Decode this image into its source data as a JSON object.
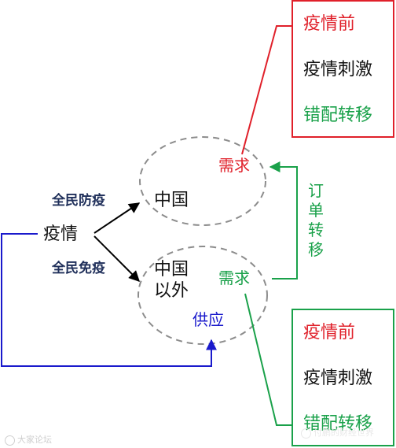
{
  "left": {
    "epidemic": "疫情",
    "lockdown": "全民防疫",
    "immunity": "全民免疫"
  },
  "circles": {
    "china": {
      "label": "中国",
      "demand": "需求"
    },
    "outside": {
      "label_line1": "中国",
      "label_line2": "以外",
      "demand": "需求",
      "supply": "供应"
    }
  },
  "order_shift": [
    "订",
    "单",
    "转",
    "移"
  ],
  "box_top": {
    "line1": "疫情前",
    "line2": "疫情刺激",
    "line3": "错配转移"
  },
  "box_bottom": {
    "line1": "疫情前",
    "line2": "疫情刺激",
    "line3": "错配转移"
  },
  "watermark": {
    "left": "大家论坛",
    "right": "付鹏的财经世界"
  },
  "colors": {
    "red": "#e0202a",
    "green": "#1aa14a",
    "navy": "#1f2f5a",
    "blue": "#1a1acc",
    "dash": "#8c8c8c"
  }
}
